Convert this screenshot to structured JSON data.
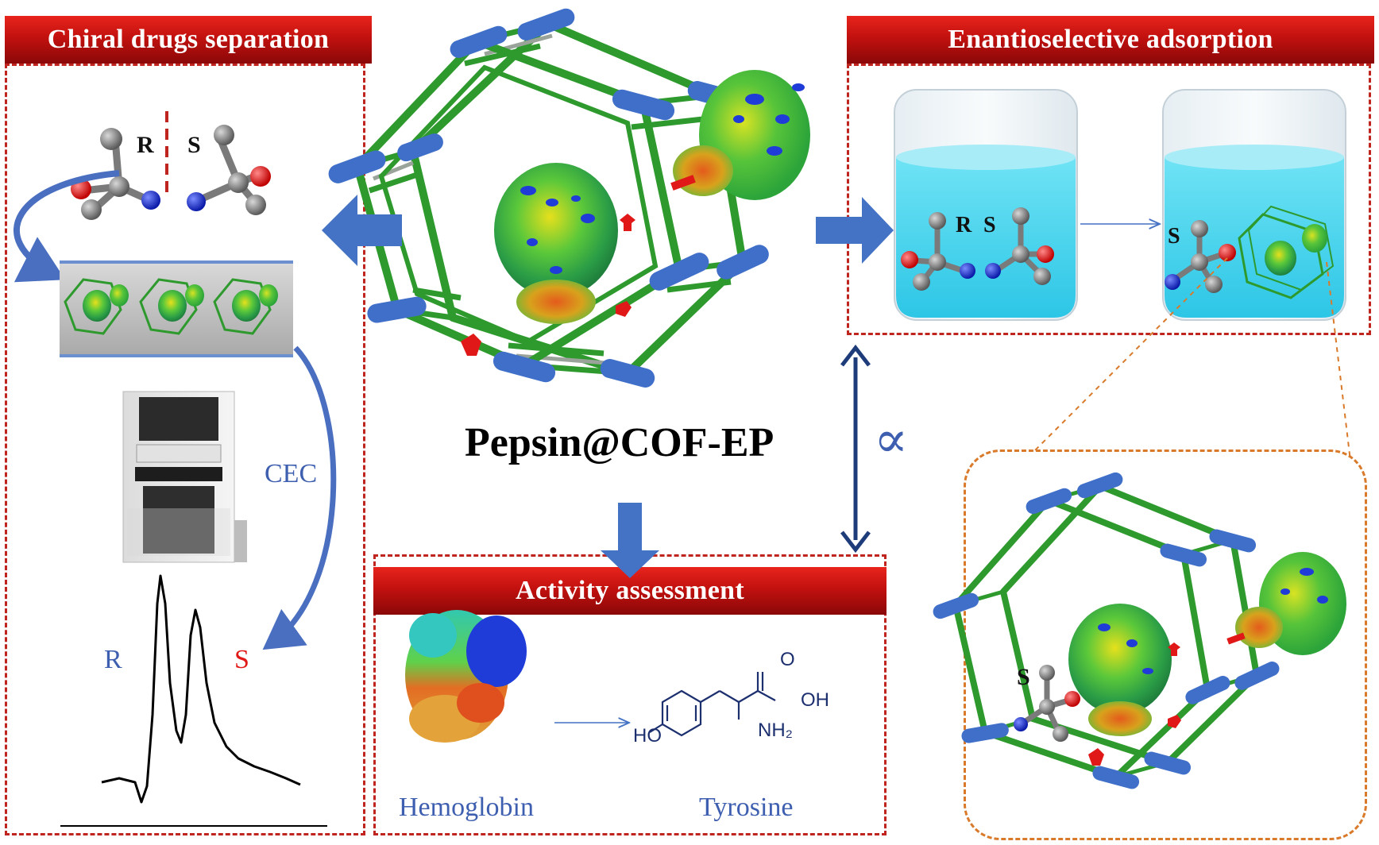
{
  "panels": {
    "chiral": {
      "title": "Chiral drugs separation",
      "r_label": "R",
      "s_label": "S",
      "cec_label": "CEC",
      "peak_r": "R",
      "peak_s": "S"
    },
    "enantio": {
      "title": "Enantioselective adsorption",
      "beaker1_r": "R",
      "beaker1_s": "S",
      "beaker2_s": "S"
    },
    "activity": {
      "title": "Activity assessment",
      "hemoglobin": "Hemoglobin",
      "tyrosine": "Tyrosine",
      "ho": "HO",
      "oh": "OH",
      "o": "O",
      "nh2": "NH₂"
    },
    "zoom": {
      "s_label": "S"
    }
  },
  "center": {
    "title": "Pepsin@COF-EP"
  },
  "proportional_symbol": "∝",
  "colors": {
    "banner": "#c2110f",
    "dash": "#c0241e",
    "arrow": "#4472c4",
    "cof_green": "#2e9a2e",
    "cof_blue": "#3f6fc8",
    "water": "#3fd3ee",
    "zoom_dash": "#d97a2b"
  }
}
